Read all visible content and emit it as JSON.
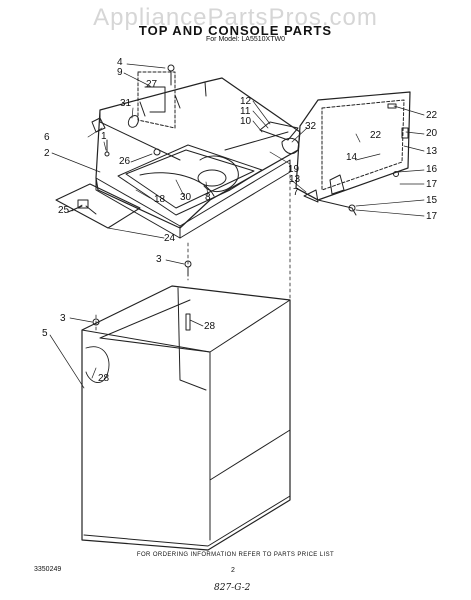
{
  "watermark": "AppliancePartsPros.com",
  "header": {
    "title": "TOP AND CONSOLE PARTS",
    "model_line": "For Model: LA5510XTW0"
  },
  "footer": {
    "ordering_note": "FOR ORDERING INFORMATION REFER TO PARTS PRICE LIST",
    "doc_number": "3350249",
    "page_number": "2",
    "handwritten_code": "827-G-2"
  },
  "callouts": {
    "c4": "4",
    "c9": "9",
    "c27": "27",
    "c31": "31",
    "c1": "1",
    "c6": "6",
    "c2": "2",
    "c26": "26",
    "c25": "25",
    "c18": "18",
    "c30": "30",
    "c8": "8",
    "c24": "24",
    "c12": "12",
    "c11": "11",
    "c10": "10",
    "c32": "32",
    "c19": "19",
    "c13a": "13",
    "c7": "7",
    "c22a": "22",
    "c22b": "22",
    "c20": "20",
    "c14": "14",
    "c13b": "13",
    "c16": "16",
    "c17a": "17",
    "c15": "15",
    "c17b": "17",
    "c3a": "3",
    "c28a": "28",
    "c3b": "3",
    "c5": "5",
    "c28b": "28"
  }
}
